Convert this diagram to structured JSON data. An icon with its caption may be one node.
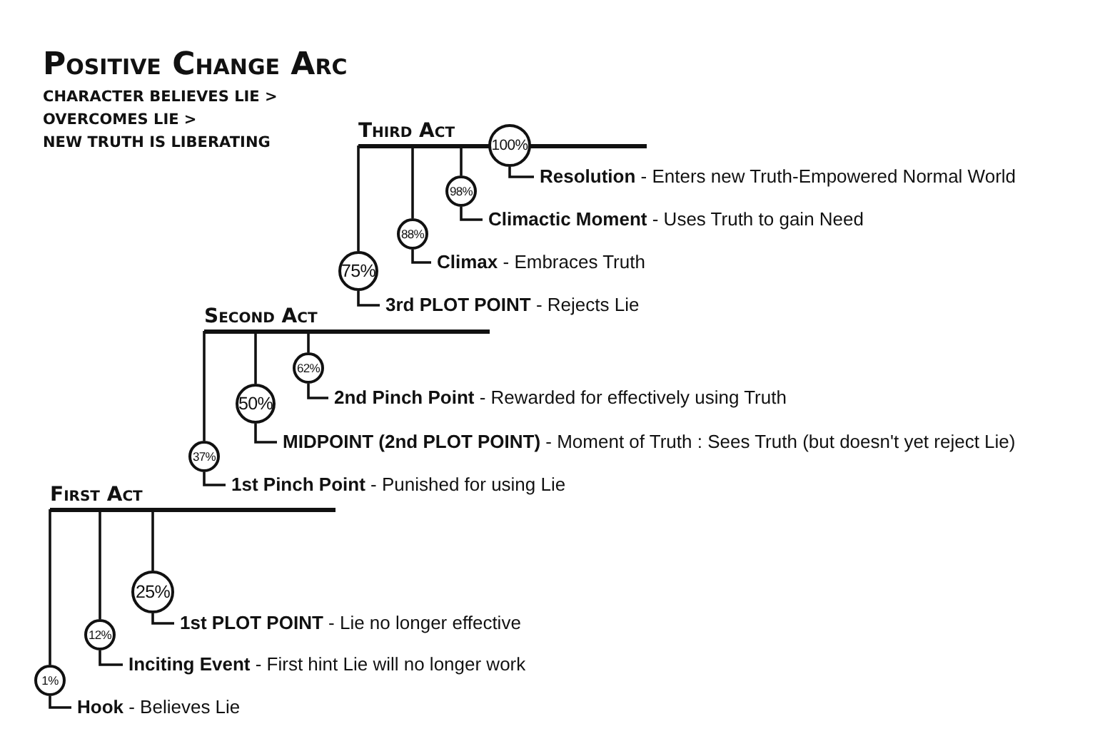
{
  "diagram": {
    "title": "Positive Change Arc",
    "nodes": [
      {
        "text": [
          "Third Act"
        ]
      },
      {
        "text": [
          "100%"
        ]
      },
      {
        "text": [
          "**Resolution** - Enters new Truth-Empowered Normal World"
        ]
      },
      {
        "text": [
          "98%"
        ]
      },
      {
        "text": [
          "**Climactic Moment** - Uses Truth to gain Need"
        ]
      },
      {
        "text": [
          "88%"
        ]
      },
      {
        "text": [
          "**Climax** - Embraces Truth"
        ]
      },
      {
        "text": [
          "75%"
        ]
      },
      {
        "text": [
          "**3rd PLOT POINT** - Rejects Lie"
        ]
      },
      {
        "text": [
          "Second Act"
        ]
      },
      {
        "text": [
          "62%"
        ]
      },
      {
        "text": [
          "**2nd Pinch Point** - Rewarded for effectively using Truth"
        ]
      },
      {
        "text": [
          "50%"
        ]
      },
      {
        "text": [
          "**MIDPOINT (2nd PLOT POINT)** - Moment of Truth : Sees Truth (but doesn't yet reject Lie)"
        ]
      },
      {
        "text": [
          "37%"
        ]
      },
      {
        "text": [
          "**1st Pinch Point** - Punished for using Lie"
        ]
      },
      {
        "text": [
          "First Act"
        ]
      },
      {
        "text": [
          "25%"
        ]
      },
      {
        "text": [
          "**1st PLOT POINT** - Lie no longer effective"
        ]
      },
      {
        "text": [
          "12%"
        ]
      },
      {
        "text": [
          "**Inciting Event** - First hint Lie will no longer work"
        ]
      },
      {
        "text": [
          "1%"
        ]
      },
      {
        "text": [
          "**Hook** - Believes Lie"
        ]
      }
    ],
    "edges": [
      {
        "from": 1,
        "to": 2,
        "arrow": "none"
      },
      {
        "from": 0,
        "to": 3,
        "arrow": "none"
      },
      {
        "from": 3,
        "to": 4,
        "arrow": "none"
      },
      {
        "from": 0,
        "to": 5,
        "arrow": "none"
      },
      {
        "from": 5,
        "to": 6,
        "arrow": "none"
      },
      {
        "from": 0,
        "to": 7,
        "arrow": "none"
      },
      {
        "from": 7,
        "to": 8,
        "arrow": "none"
      },
      {
        "from": 9,
        "to": 10,
        "arrow": "none"
      },
      {
        "from": 10,
        "to": 11,
        "arrow": "none"
      },
      {
        "from": 9,
        "to": 12,
        "arrow": "none"
      },
      {
        "from": 12,
        "to": 13,
        "arrow": "none"
      },
      {
        "from": 9,
        "to": 14,
        "arrow": "none"
      },
      {
        "from": 14,
        "to": 15,
        "arrow": "none"
      },
      {
        "from": 16,
        "to": 17,
        "arrow": "none"
      },
      {
        "from": 17,
        "to": 18,
        "arrow": "none"
      },
      {
        "from": 16,
        "to": 19,
        "arrow": "none"
      },
      {
        "from": 19,
        "to": 20,
        "arrow": "none"
      },
      {
        "from": 16,
        "to": 21,
        "arrow": "none"
      },
      {
        "from": 21,
        "to": 22,
        "arrow": "none"
      }
    ],
    "labels": [
      "CHARACTER BELIEVES LIE >",
      "OVERCOMES LIE >",
      "NEW TRUTH IS LIBERATING"
    ]
  }
}
